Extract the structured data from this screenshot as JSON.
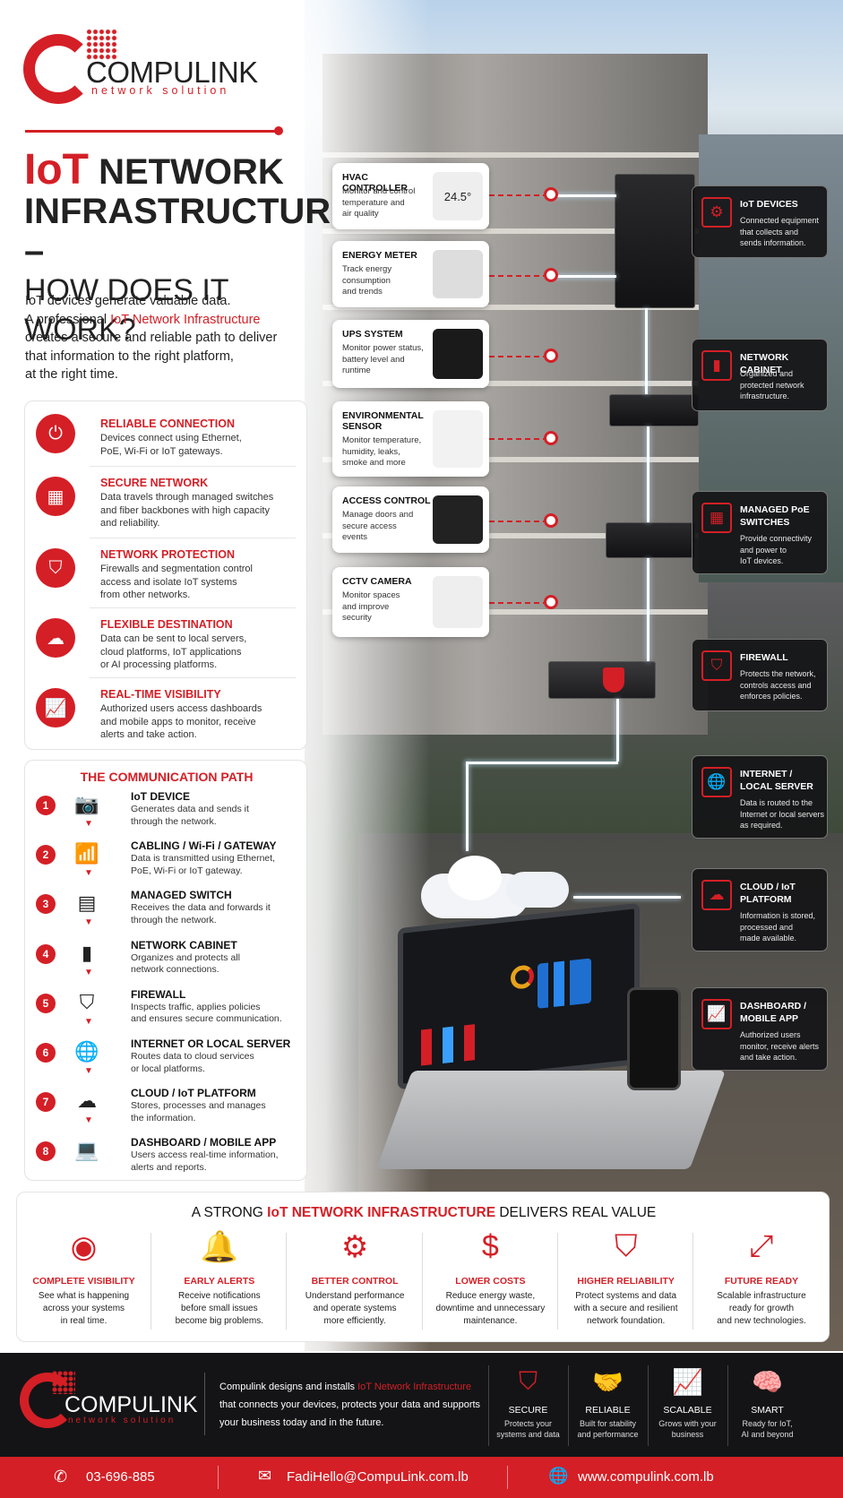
{
  "brand": {
    "name": "COMPULINK",
    "sub": "network solution"
  },
  "headline": {
    "part1": "IoT",
    "part2": "NETWORK",
    "line2": "INFRASTRUCTURE –",
    "line3": "HOW DOES IT WORK?"
  },
  "intro": {
    "l1": "IoT devices generate valuable data.",
    "l2a": "A professional ",
    "l2b": "IoT Network Infrastructure",
    "l3": "creates a secure and reliable path to deliver",
    "l4": "that information to the right platform,",
    "l5": "at the right time."
  },
  "features": [
    {
      "title": "RELIABLE CONNECTION",
      "d1": "Devices connect using Ethernet,",
      "d2": "PoE, Wi-Fi or IoT gateways.",
      "d3": "",
      "icon": "plug-icon"
    },
    {
      "title": "SECURE NETWORK",
      "d1": "Data travels through managed switches",
      "d2": "and fiber backbones with high capacity",
      "d3": "and reliability.",
      "icon": "switch-icon"
    },
    {
      "title": "NETWORK PROTECTION",
      "d1": "Firewalls and segmentation control",
      "d2": "access and isolate IoT systems",
      "d3": "from other networks.",
      "icon": "shield-icon"
    },
    {
      "title": "FLEXIBLE DESTINATION",
      "d1": "Data can be sent to local servers,",
      "d2": "cloud platforms, IoT applications",
      "d3": "or AI processing platforms.",
      "icon": "cloud-icon"
    },
    {
      "title": "REAL-TIME VISIBILITY",
      "d1": "Authorized users access dashboards",
      "d2": "and mobile apps to monitor, receive",
      "d3": "alerts and take action.",
      "icon": "monitor-chart-icon"
    }
  ],
  "path": {
    "title": "THE COMMUNICATION PATH",
    "steps": [
      {
        "n": "1",
        "title": "IoT DEVICE",
        "d1": "Generates data and sends it",
        "d2": "through the network."
      },
      {
        "n": "2",
        "title": "CABLING / Wi-Fi / GATEWAY",
        "d1": "Data is transmitted using Ethernet,",
        "d2": "PoE, Wi-Fi or IoT gateway."
      },
      {
        "n": "3",
        "title": "MANAGED SWITCH",
        "d1": "Receives the data and forwards it",
        "d2": "through the network."
      },
      {
        "n": "4",
        "title": "NETWORK CABINET",
        "d1": "Organizes and protects all",
        "d2": "network connections."
      },
      {
        "n": "5",
        "title": "FIREWALL",
        "d1": "Inspects traffic, applies policies",
        "d2": "and ensures secure communication."
      },
      {
        "n": "6",
        "title": "INTERNET OR LOCAL SERVER",
        "d1": "Routes data to cloud services",
        "d2": "or local platforms."
      },
      {
        "n": "7",
        "title": "CLOUD / IoT PLATFORM",
        "d1": "Stores, processes and manages",
        "d2": "the information."
      },
      {
        "n": "8",
        "title": "DASHBOARD / MOBILE APP",
        "d1": "Users access real-time information,",
        "d2": "alerts and reports."
      }
    ]
  },
  "devices": [
    {
      "t1": "HVAC CONTROLLER",
      "t2": "",
      "d1": "Monitor and control",
      "d2": "temperature and",
      "d3": "air quality",
      "d4": "",
      "img": "24.5°"
    },
    {
      "t1": "ENERGY METER",
      "t2": "",
      "d1": "Track energy",
      "d2": "consumption",
      "d3": "and trends",
      "d4": "",
      "img": ""
    },
    {
      "t1": "UPS SYSTEM",
      "t2": "",
      "d1": "Monitor power status,",
      "d2": "battery level and",
      "d3": "runtime",
      "d4": "",
      "img": ""
    },
    {
      "t1": "ENVIRONMENTAL",
      "t2": "SENSOR",
      "d1": "Monitor temperature,",
      "d2": "humidity, leaks,",
      "d3": "smoke and more",
      "d4": "",
      "img": ""
    },
    {
      "t1": "ACCESS CONTROL",
      "t2": "",
      "d1": "Manage doors and",
      "d2": "secure access",
      "d3": "events",
      "d4": "",
      "img": ""
    },
    {
      "t1": "CCTV CAMERA",
      "t2": "",
      "d1": "Monitor spaces",
      "d2": "and improve",
      "d3": "security",
      "d4": "",
      "img": ""
    }
  ],
  "right_cards": [
    {
      "t1": "IoT DEVICES",
      "t2": "",
      "d1": "Connected equipment",
      "d2": "that collects and",
      "d3": "sends information.",
      "d4": "",
      "icon": "devices-icon"
    },
    {
      "t1": "NETWORK CABINET",
      "t2": "",
      "d1": "Organized and",
      "d2": "protected network",
      "d3": "infrastructure.",
      "d4": "",
      "icon": "cabinet-icon"
    },
    {
      "t1": "MANAGED PoE",
      "t2": "SWITCHES",
      "d1": "Provide connectivity",
      "d2": "and power to",
      "d3": "IoT devices.",
      "d4": "",
      "icon": "switch-icon"
    },
    {
      "t1": "FIREWALL",
      "t2": "",
      "d1": "Protects the network,",
      "d2": "controls access and",
      "d3": "enforces policies.",
      "d4": "",
      "icon": "firewall-icon"
    },
    {
      "t1": "INTERNET /",
      "t2": "LOCAL SERVER",
      "d1": "Data is routed to the",
      "d2": "Internet or local servers",
      "d3": "as required.",
      "d4": "",
      "icon": "globe-icon"
    },
    {
      "t1": "CLOUD / IoT",
      "t2": "PLATFORM",
      "d1": "Information is stored,",
      "d2": "processed and",
      "d3": "made available.",
      "d4": "",
      "icon": "cloud-icon"
    },
    {
      "t1": "DASHBOARD /",
      "t2": "MOBILE APP",
      "d1": "Authorized users",
      "d2": "monitor, receive alerts",
      "d3": "and take action.",
      "d4": "",
      "icon": "chart-icon"
    }
  ],
  "values": {
    "title_a": "A STRONG ",
    "title_b": "IoT NETWORK INFRASTRUCTURE",
    "title_c": " DELIVERS REAL VALUE",
    "items": [
      {
        "title": "COMPLETE VISIBILITY",
        "d1": "See what is happening",
        "d2": "across your systems",
        "d3": "in real time.",
        "glyph": "◉"
      },
      {
        "title": "EARLY ALERTS",
        "d1": "Receive notifications",
        "d2": "before small issues",
        "d3": "become big problems.",
        "glyph": "🔔"
      },
      {
        "title": "BETTER CONTROL",
        "d1": "Understand performance",
        "d2": "and operate systems",
        "d3": "more efficiently.",
        "glyph": "⚙"
      },
      {
        "title": "LOWER COSTS",
        "d1": "Reduce energy waste,",
        "d2": "downtime and unnecessary",
        "d3": "maintenance.",
        "glyph": "$"
      },
      {
        "title": "HIGHER RELIABILITY",
        "d1": "Protect systems and data",
        "d2": "with a secure and resilient",
        "d3": "network foundation.",
        "glyph": "⛉"
      },
      {
        "title": "FUTURE READY",
        "d1": "Scalable infrastructure",
        "d2": "ready for growth",
        "d3": "and new technologies.",
        "glyph": "⤢"
      }
    ]
  },
  "footer": {
    "l1a": "Compulink designs and installs ",
    "l1b": "IoT Network Infrastructure",
    "l2": "that connects your devices, protects your data and supports",
    "l3": "your business today and in the future.",
    "cards": [
      {
        "title": "SECURE",
        "d1": "Protects your",
        "d2": "systems and data",
        "glyph": "⛉"
      },
      {
        "title": "RELIABLE",
        "d1": "Built for stability",
        "d2": "and performance",
        "glyph": "🤝"
      },
      {
        "title": "SCALABLE",
        "d1": "Grows with your",
        "d2": "business",
        "glyph": "📈"
      },
      {
        "title": "SMART",
        "d1": "Ready for IoT,",
        "d2": "AI and beyond",
        "glyph": "🧠"
      }
    ]
  },
  "contact": {
    "phone": "03-696-885",
    "email": "FadiHello@CompuLink.com.lb",
    "web": "www.compulink.com.lb"
  }
}
